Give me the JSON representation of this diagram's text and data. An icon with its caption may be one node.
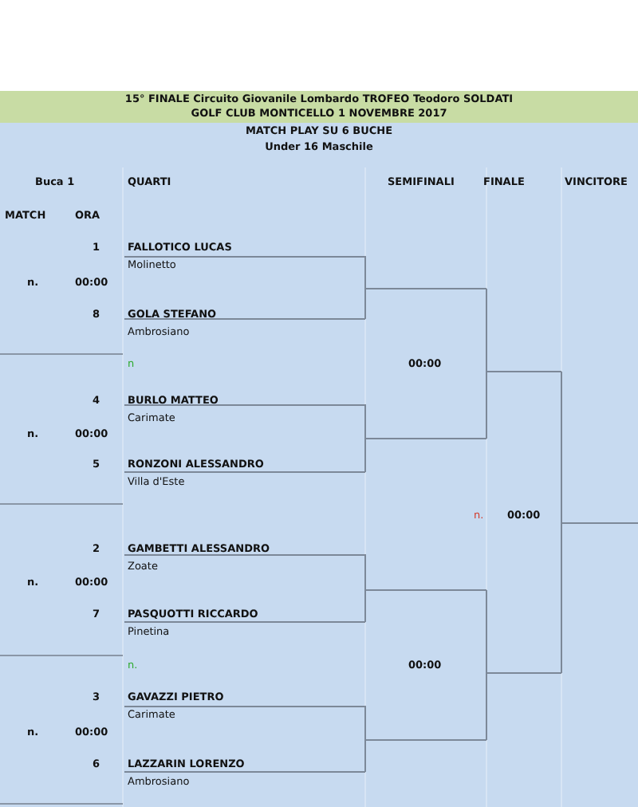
{
  "diagram": {
    "title": "15° FINALE  Circuito Giovanile Lombardo TROFEO Teodoro SOLDATI",
    "labels": [
      "GOLF CLUB MONTICELLO 1 NOVEMBRE 2017",
      "MATCH PLAY SU 6 BUCHE",
      "Under 16 Maschile",
      "Buca 1",
      "QUARTI",
      "SEMIFINALI",
      "FINALE",
      "VINCITORE",
      "MATCH",
      "ORA",
      "1",
      "FALLOTICO LUCAS",
      "Molinetto",
      "n.",
      "00:00",
      "8",
      "GOLA STEFANO",
      "Ambrosiano",
      "n",
      "00:00",
      "4",
      "BURLO MATTEO",
      "Carimate",
      "n.",
      "00:00",
      "5",
      "RONZONI ALESSANDRO",
      "Villa d'Este",
      "n.",
      "00:00",
      "2",
      "GAMBETTI ALESSANDRO",
      "Zoate",
      "n.",
      "00:00",
      "7",
      "PASQUOTTI RICCARDO",
      "Pinetina",
      "n.",
      "00:00",
      "3",
      "GAVAZZI PIETRO",
      "Carimate",
      "n.",
      "00:00",
      "6",
      "LAZZARIN LORENZO",
      "Ambrosiano"
    ]
  }
}
